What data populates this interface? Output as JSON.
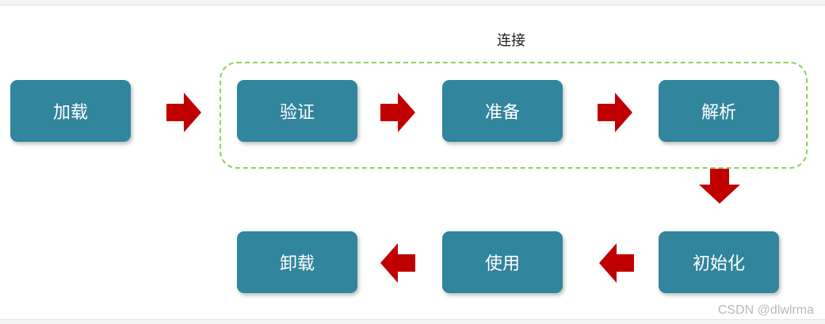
{
  "group": {
    "label": "连接"
  },
  "steps": {
    "load": "加载",
    "verify": "验证",
    "prepare": "准备",
    "resolve": "解析",
    "init": "初始化",
    "use": "使用",
    "unload": "卸载"
  },
  "watermark": "CSDN @dlwlrma",
  "colors": {
    "box": "#31859c",
    "arrow": "#c00000",
    "group_border": "#8fd15a"
  },
  "icons": [
    "arrow-right-icon",
    "arrow-down-icon",
    "arrow-left-icon"
  ]
}
